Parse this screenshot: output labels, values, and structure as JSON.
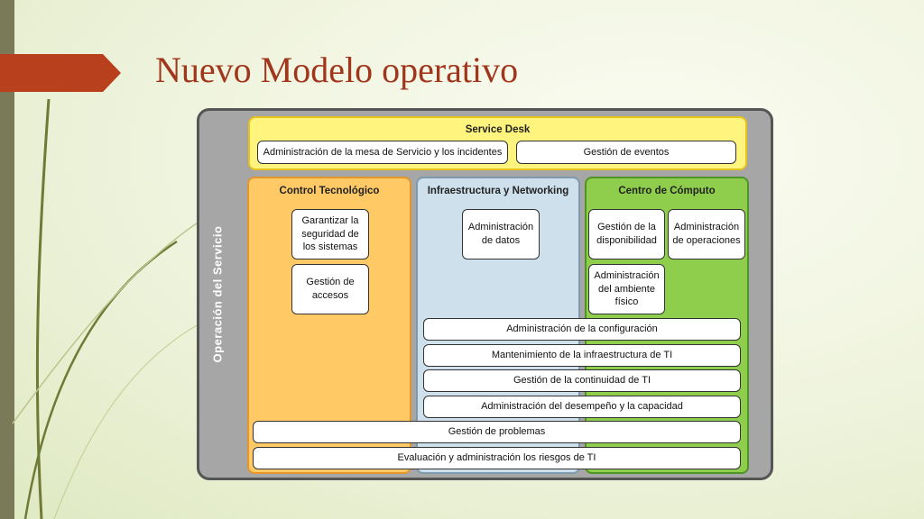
{
  "slide_title": "Nuevo Modelo operativo",
  "side_label": "Operación del Servicio",
  "service_desk": {
    "title": "Service Desk",
    "items": [
      "Administración de la mesa de Servicio y los incidentes",
      "Gestión de eventos"
    ]
  },
  "control_tecnologico": {
    "title": "Control Tecnológico",
    "items": [
      "Garantizar la\nseguridad de\nlos sistemas",
      "Gestión de\naccesos"
    ]
  },
  "infraestructura": {
    "title": "Infraestructura y Networking",
    "items": [
      "Administración\nde datos"
    ]
  },
  "centro_computo": {
    "title": "Centro de Cómputo",
    "items": [
      "Gestión de la\ndisponibilidad",
      "Administración\nde operaciones",
      "Administración\ndel ambiente\nfísico"
    ]
  },
  "shared_processes": [
    "Administración de la configuración",
    "Mantenimiento de la infraestructura de TI",
    "Gestión de la continuidad de TI",
    "Administración del desempeño y la capacidad",
    "Gestión de problemas",
    "Evaluación y administración los riesgos de TI"
  ],
  "colors": {
    "title": "#a0361b",
    "service_desk": "#fff47e",
    "control_tecnologico": "#ffc966",
    "infraestructura": "#cde0ec",
    "centro_computo": "#8fce4d",
    "frame": "#a6a6a6"
  }
}
